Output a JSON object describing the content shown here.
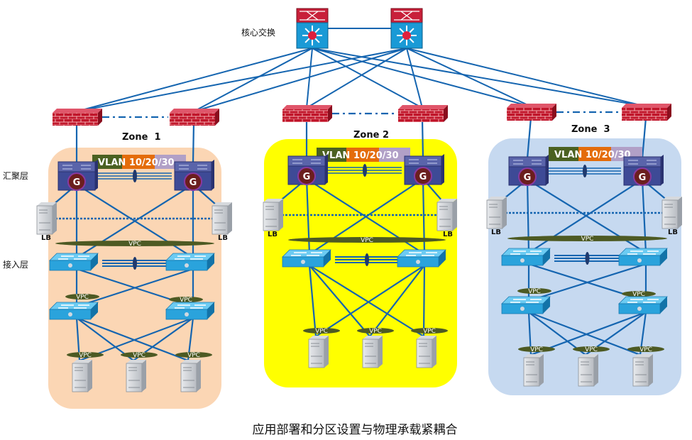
{
  "diagram": {
    "caption": "应用部署和分区设置与物理承载紧耦合",
    "core": {
      "label": "核心交换",
      "switches": [
        "core-switch-1",
        "core-switch-2"
      ]
    },
    "layers": {
      "aggregation": "汇聚层",
      "access": "接入层"
    },
    "zones": [
      {
        "title": "Zone  1",
        "background": "#fbd6b4",
        "vlan": {
          "prefix": "VLAN",
          "mid": "10/2",
          "suffix": "0/30"
        },
        "lb_label": "LB",
        "vpc_label": "VPC",
        "servers": 3
      },
      {
        "title": "Zone 2",
        "background": "#ffff00",
        "vlan": {
          "prefix": "VLAN",
          "mid": "10/2",
          "suffix": "0/30"
        },
        "lb_label": "LB",
        "vpc_label": "VPC",
        "servers": 3
      },
      {
        "title": "Zone  3",
        "background": "#c6d9f0",
        "vlan": {
          "prefix": "VLAN",
          "mid": "10/2",
          "suffix": "0/30"
        },
        "lb_label": "LB",
        "vpc_label": "VPC",
        "servers": 3
      }
    ],
    "gateway_label": "G",
    "colors": {
      "link": "#1565b0",
      "firewall": "#c0152a",
      "core_top": "#c8203a",
      "core_bottom": "#1a9ad6",
      "agg_switch": "#3e4a96",
      "access_switch": "#2aa3dc",
      "vpc": "#4d5a23",
      "vlan_green": "#4b6121",
      "vlan_orange": "#e46c0a",
      "vlan_purple": "#b1a0c7",
      "gateway": "#6b1e1e"
    }
  }
}
